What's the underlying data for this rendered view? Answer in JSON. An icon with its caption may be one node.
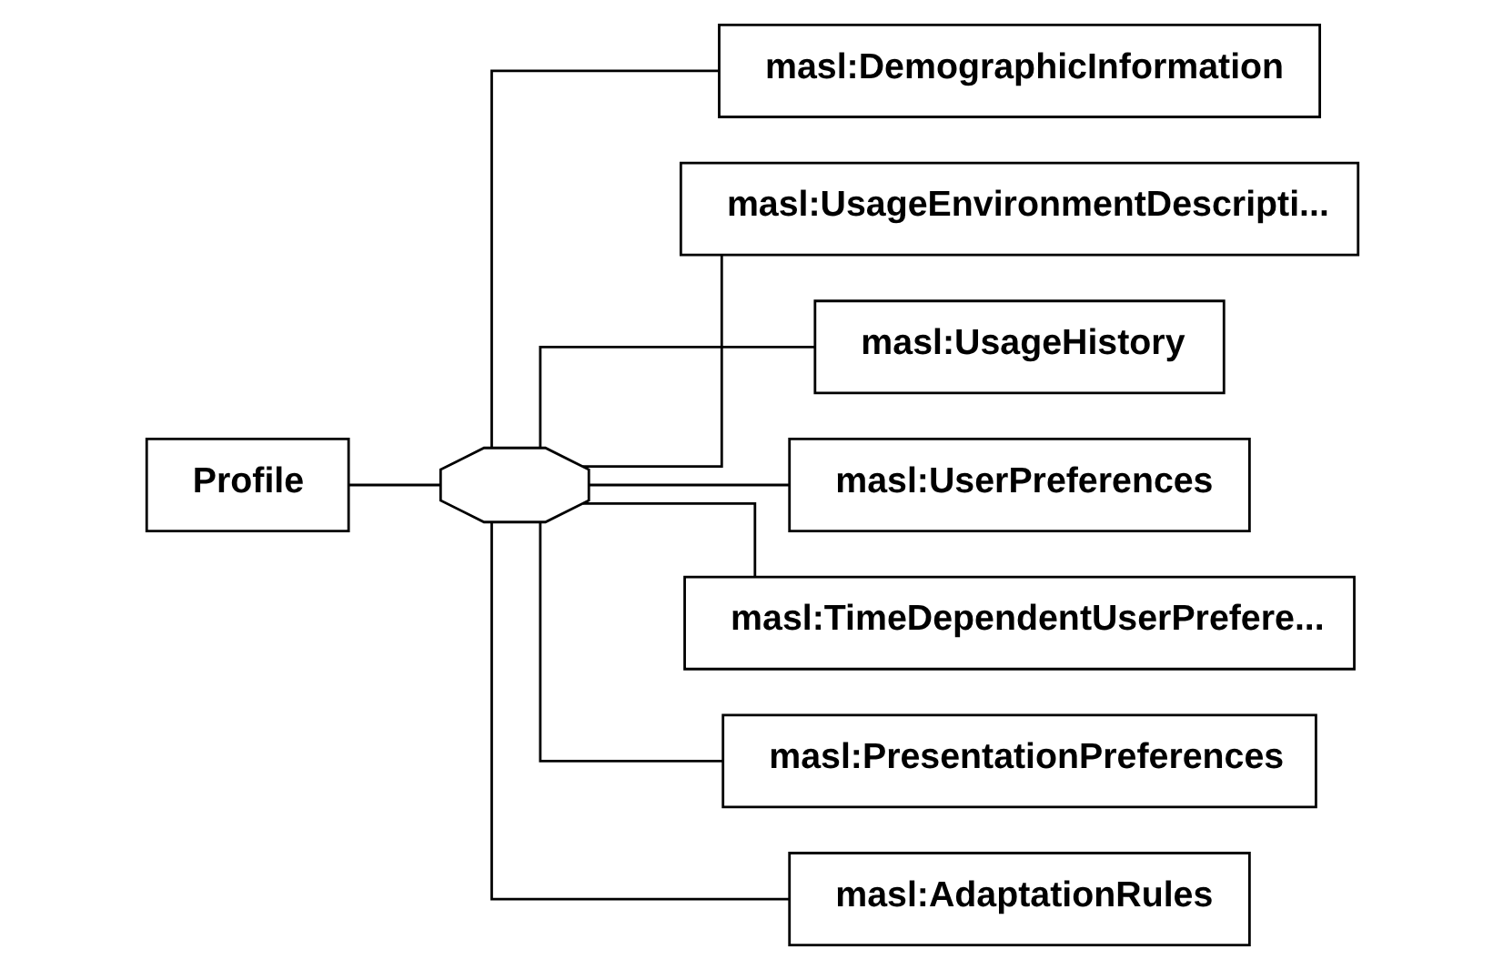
{
  "diagram": {
    "nodes": [
      {
        "text": [
          "Profile"
        ]
      },
      {
        "text": [],
        "shape": "octagon"
      },
      {
        "text": [
          "masl:DemographicInformation"
        ]
      },
      {
        "text": [
          "masl:UsageEnvironmentDescripti..."
        ]
      },
      {
        "text": [
          "masl:UsageHistory"
        ]
      },
      {
        "text": [
          "masl:UserPreferences"
        ]
      },
      {
        "text": [
          "masl:TimeDependentUserPrefere..."
        ]
      },
      {
        "text": [
          "masl:PresentationPreferences"
        ]
      },
      {
        "text": [
          "masl:AdaptationRules"
        ]
      }
    ],
    "edges": [
      {
        "from": 0,
        "to": 1,
        "arrow": "none"
      },
      {
        "from": 1,
        "to": 2,
        "arrow": "none"
      },
      {
        "from": 1,
        "to": 3,
        "arrow": "none"
      },
      {
        "from": 1,
        "to": 4,
        "arrow": "none"
      },
      {
        "from": 1,
        "to": 5,
        "arrow": "none"
      },
      {
        "from": 1,
        "to": 6,
        "arrow": "none"
      },
      {
        "from": 1,
        "to": 7,
        "arrow": "none"
      },
      {
        "from": 1,
        "to": 8,
        "arrow": "none"
      }
    ]
  }
}
